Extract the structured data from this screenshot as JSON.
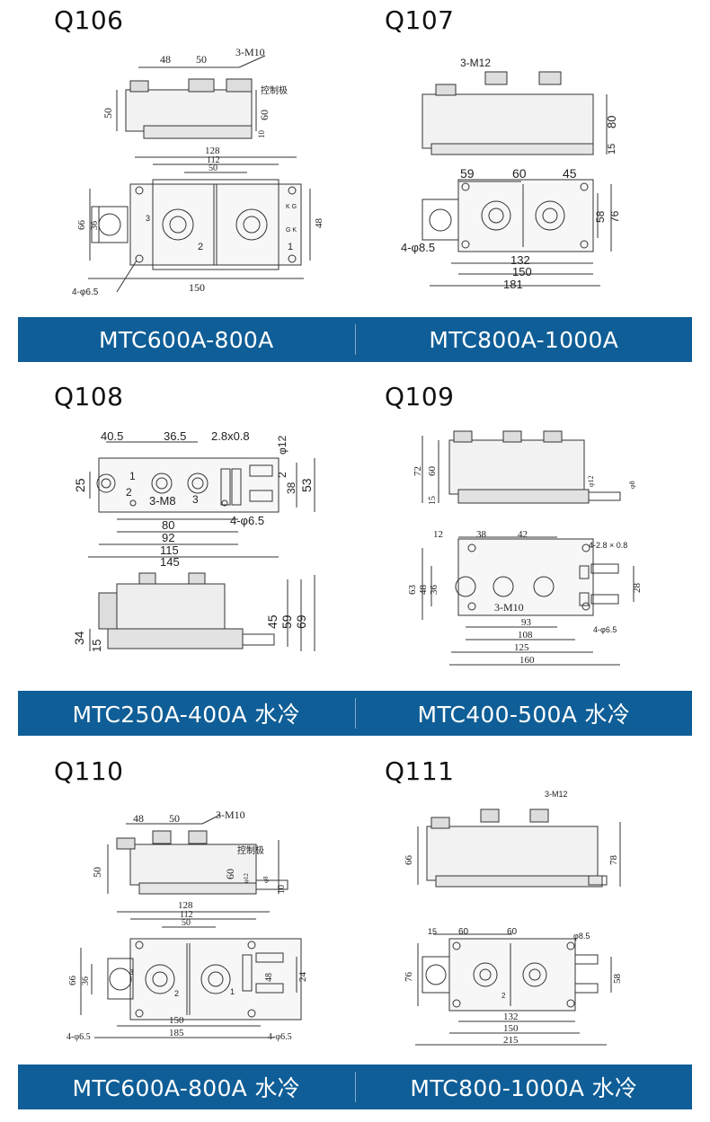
{
  "sections": [
    {
      "left": {
        "code": "Q106",
        "caption": "MTC600A-800A"
      },
      "right": {
        "code": "Q107",
        "caption": "MTC800A-1000A"
      }
    },
    {
      "left": {
        "code": "Q108",
        "caption": "MTC250A-400A 水冷"
      },
      "right": {
        "code": "Q109",
        "caption": "MTC400-500A 水冷"
      }
    },
    {
      "left": {
        "code": "Q110",
        "caption": "MTC600A-800A 水冷"
      },
      "right": {
        "code": "Q111",
        "caption": "MTC800-1000A 水冷"
      }
    }
  ],
  "drawings": {
    "q106": {
      "d1": "48",
      "d2": "50",
      "screws": "3-M10",
      "ctrl": "控制极",
      "h_total": "50",
      "h_body": "60",
      "h_base": "10",
      "w128": "128",
      "w112": "112",
      "w50": "50",
      "h66": "66",
      "h36": "36",
      "h48": "48",
      "w150": "150",
      "holes": "4-φ6.5",
      "t1": "1",
      "t2": "2",
      "t3": "3",
      "kg": "K G",
      "gk": "G K"
    },
    "q107": {
      "screws": "3-M12",
      "h80": "80",
      "h15": "15",
      "d59": "59",
      "d60": "60",
      "d45": "45",
      "h58": "58",
      "h76": "76",
      "holes": "4-φ8.5",
      "w132": "132",
      "w150": "150",
      "w181": "181"
    },
    "q108": {
      "d40": "40.5",
      "d36": "36.5",
      "pin": "2.8x0.8",
      "phi12": "φ12",
      "h25": "25",
      "h2": "2",
      "h38": "38",
      "h53": "53",
      "screws": "3-M8",
      "holes": "4-φ6.5",
      "w80": "80",
      "w92": "92",
      "w115": "115",
      "w145": "145",
      "h34": "34",
      "h15": "15",
      "h45": "45",
      "h59": "59",
      "h69": "69",
      "t1": "1",
      "t2": "2",
      "t3": "3"
    },
    "q109": {
      "h72": "72",
      "h60": "60",
      "h15": "15",
      "phi12": "φ12",
      "phi8": "φ8",
      "d12": "12",
      "d38": "38",
      "d42": "42",
      "pin": "4-2.8 × 0.8",
      "h63": "63",
      "h48": "48",
      "h36": "36",
      "h28": "28",
      "screws": "3-M10",
      "w93": "93",
      "w108": "108",
      "w125": "125",
      "w160": "160",
      "holes": "4-φ6.5"
    },
    "q110": {
      "d1": "48",
      "d2": "50",
      "screws": "3-M10",
      "ctrl": "控制极",
      "h50": "50",
      "h60": "60",
      "phi12": "φ12",
      "phi8": "φ8",
      "h10": "10",
      "w128": "128",
      "w112": "112",
      "w50": "50",
      "h66": "66",
      "h36": "36",
      "h48": "48",
      "h24": "24",
      "w150": "150",
      "w185": "185",
      "holes1": "4-φ6.5",
      "holes2": "4-φ6.5",
      "t1": "1",
      "t2": "2",
      "t3": "3"
    },
    "q111": {
      "screws": "3-M12",
      "h66": "66",
      "h78": "78",
      "d15": "15",
      "d60a": "60",
      "d60b": "60",
      "phi": "φ8.5",
      "h76": "76",
      "h58": "58",
      "w132": "132",
      "w150": "150",
      "w215": "215",
      "t2": "2"
    }
  }
}
